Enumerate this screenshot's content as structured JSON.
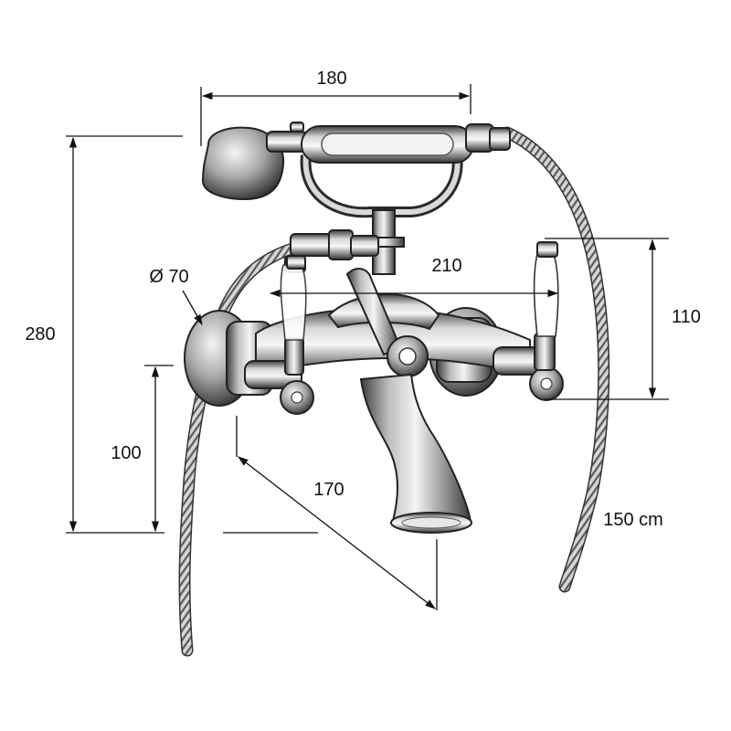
{
  "dimensions": {
    "handshower_length": "180",
    "overall_height": "280",
    "centers": "210",
    "connection_diameter": "Ø 70",
    "handle_height": "110",
    "outlet_height": "100",
    "spout_projection": "170",
    "hose_length": "150 cm"
  },
  "colors": {
    "line": "#111111",
    "chrome_dark": "#4a4a4a",
    "chrome_mid": "#a9a9a9",
    "chrome_light": "#f2f2f2",
    "porcelain": "#ffffff"
  }
}
